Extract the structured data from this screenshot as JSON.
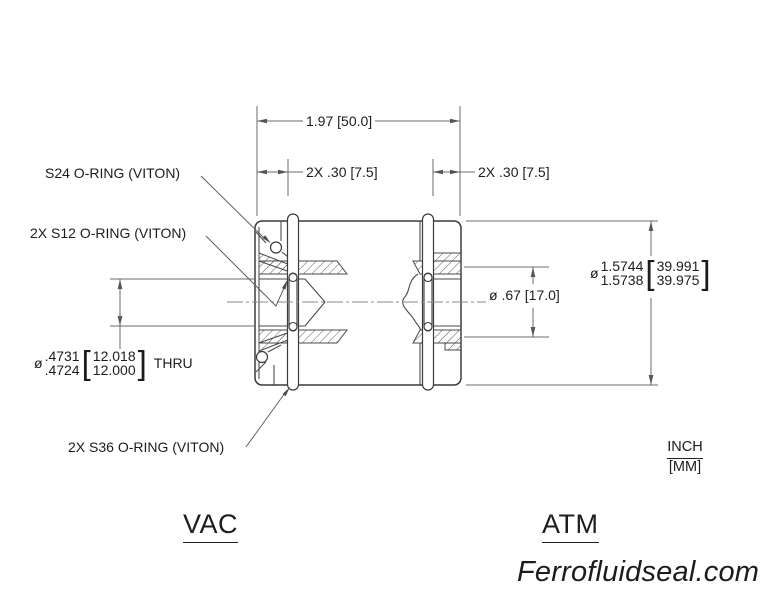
{
  "colors": {
    "part_line": "#3a3a3a",
    "detail_line": "#4a4a4a",
    "dim_line": "#6b6b6b",
    "text": "#1c1c1c",
    "background": "#ffffff"
  },
  "symbols": {
    "bracket_open": "[",
    "bracket_close": "]"
  },
  "dimensions": {
    "overall_length": "1.97 [50.0]",
    "groove_offset_left": "2X .30 [7.5]",
    "groove_offset_right": "2X .30 [7.5]",
    "bore_diameter": "ø .67 [17.0]",
    "outer_diameter": {
      "dia_symbol": "ø",
      "inch_upper": "1.5744",
      "inch_lower": "1.5738",
      "mm_upper": "39.991",
      "mm_lower": "39.975"
    },
    "thru_bore": {
      "dia_symbol": "ø",
      "inch_upper": ".4731",
      "inch_lower": ".4724",
      "mm_upper": "12.018",
      "mm_lower": "12.000",
      "suffix": "THRU"
    }
  },
  "callouts": {
    "s24": "S24 O-RING (VITON)",
    "s12": "2X S12 O-RING (VITON)",
    "s36": "2X S36 O-RING (VITON)"
  },
  "notes": {
    "units_primary": "INCH",
    "units_secondary": "[MM]"
  },
  "side_labels": {
    "left": "VAC",
    "right": "ATM"
  },
  "watermark": "Ferrofluidseal.com"
}
